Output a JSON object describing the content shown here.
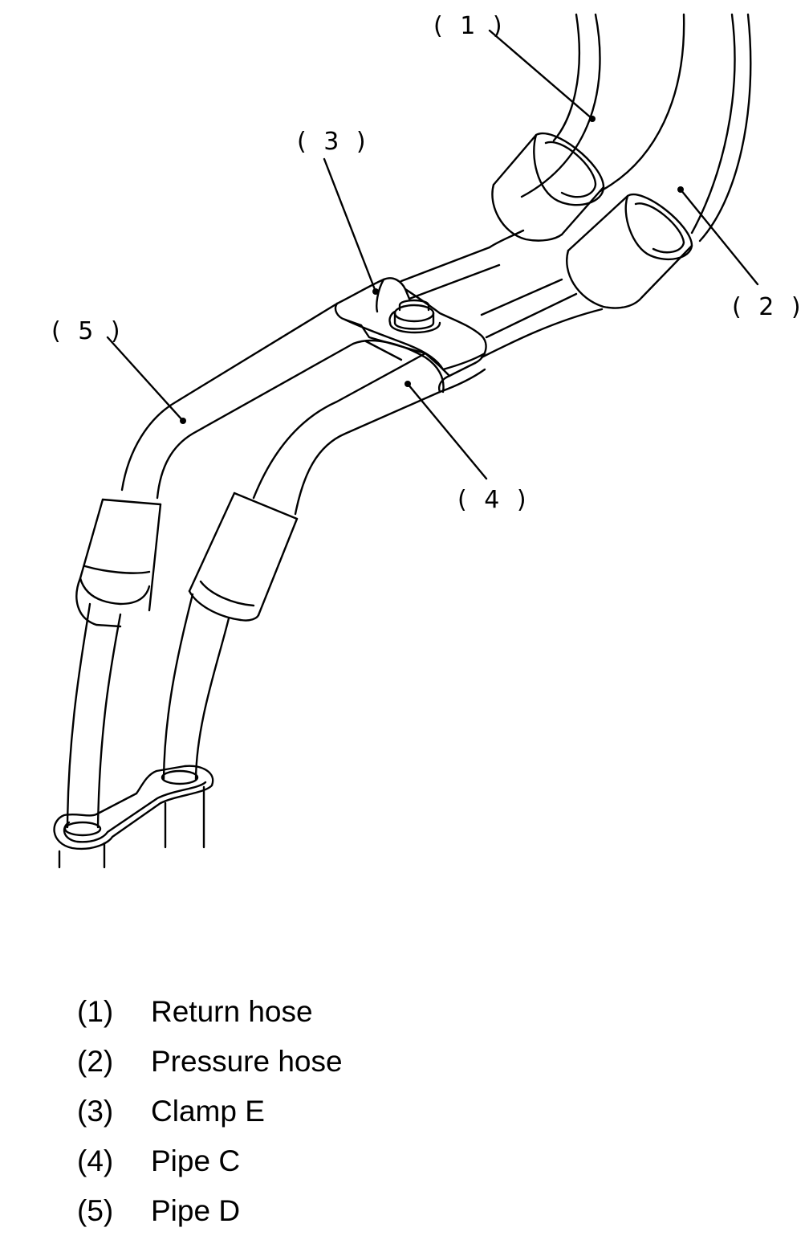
{
  "callouts": [
    {
      "id": "1",
      "text": "( 1 )"
    },
    {
      "id": "2",
      "text": "( 2 )"
    },
    {
      "id": "3",
      "text": "( 3 )"
    },
    {
      "id": "4",
      "text": "( 4 )"
    },
    {
      "id": "5",
      "text": "( 5 )"
    }
  ],
  "legend": [
    {
      "num": "(1)",
      "label": "Return hose"
    },
    {
      "num": "(2)",
      "label": "Pressure hose"
    },
    {
      "num": "(3)",
      "label": "Clamp E"
    },
    {
      "num": "(4)",
      "label": "Pipe C"
    },
    {
      "num": "(5)",
      "label": "Pipe D"
    }
  ],
  "colors": {
    "line": "#000000",
    "background": "#ffffff"
  }
}
